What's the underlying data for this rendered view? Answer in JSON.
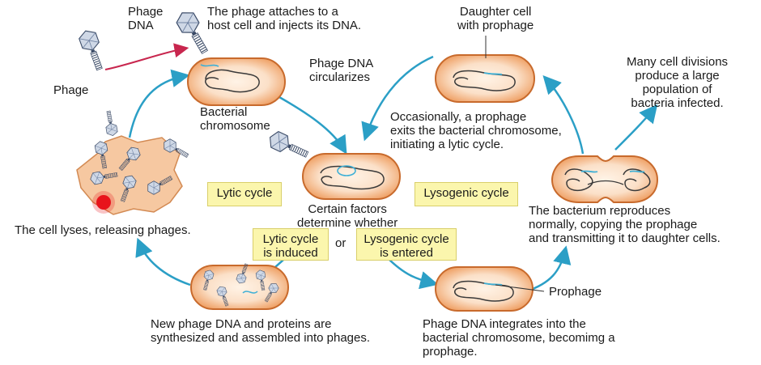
{
  "labels": {
    "phage_dna": "Phage\nDNA",
    "phage": "Phage",
    "attach": "The phage attaches to a\nhost cell and injects its DNA.",
    "circularizes": "Phage DNA\ncircularizes",
    "bacterial_chromosome": "Bacterial\nchromosome",
    "daughter_cell": "Daughter cell\nwith prophage",
    "exits": "Occasionally, a prophage\nexits the bacterial chromosome,\ninitiating a lytic cycle.",
    "many_divisions": "Many cell divisions\nproduce a large\npopulation of\nbacteria infected.",
    "lyses": "The cell lyses, releasing phages.",
    "factors": "Certain factors\ndetermine whether",
    "or": "or",
    "reproduces": "The bacterium reproduces\nnormally, copying the prophage\nand transmitting it to daughter cells.",
    "prophage": "Prophage",
    "synthesized": "New phage DNA and proteins are\nsynthesized and assembled into phages.",
    "integrates": "Phage DNA integrates into the\nbacterial chromosome, becomimg a\nprophage."
  },
  "boxes": {
    "lytic_cycle": "Lytic cycle",
    "lysogenic_cycle": "Lysogenic cycle",
    "lytic_induced": "Lytic cycle\nis induced",
    "lysogenic_entered": "Lysogenic cycle\nis entered"
  },
  "colors": {
    "arrow": "#2b9fc6",
    "cell_fill": "#f2b37e",
    "cell_inner": "#fce7d3",
    "phage_dna_line": "#3fb0d6",
    "injection_arrow": "#c8264e",
    "box_fill": "#fbf6ad",
    "burst": "#e8141c"
  },
  "icons": [
    "phage-icon",
    "bacterium-icon",
    "burst-icon"
  ]
}
